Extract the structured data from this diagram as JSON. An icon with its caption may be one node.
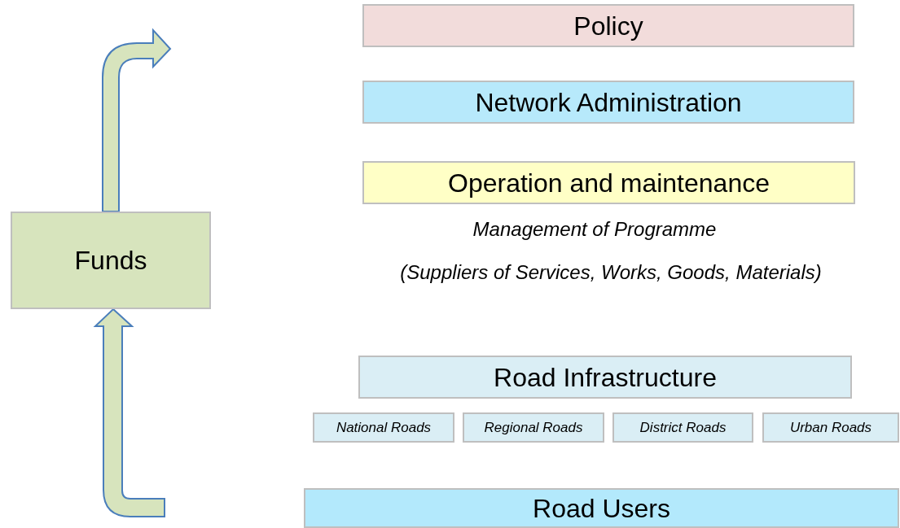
{
  "diagram": {
    "nodes": [
      {
        "text": [
          "Policy"
        ]
      },
      {
        "text": [
          "Network Administration"
        ]
      },
      {
        "text": [
          "Operation and maintenance"
        ]
      },
      {
        "text": [
          "Funds"
        ]
      },
      {
        "text": [
          "Road Infrastructure"
        ]
      },
      {
        "text": [
          "National Roads"
        ]
      },
      {
        "text": [
          "Regional Roads"
        ]
      },
      {
        "text": [
          "District Roads"
        ]
      },
      {
        "text": [
          "Urban Roads"
        ]
      },
      {
        "text": [
          "Road Users"
        ]
      }
    ],
    "edges": [
      {
        "from": null,
        "to": 3,
        "arrow": "to"
      },
      {
        "from": 3,
        "to": null,
        "arrow": "to"
      }
    ],
    "labels": [
      "Management of Programme",
      "(Suppliers of Services, Works, Goods, Materials)"
    ]
  }
}
